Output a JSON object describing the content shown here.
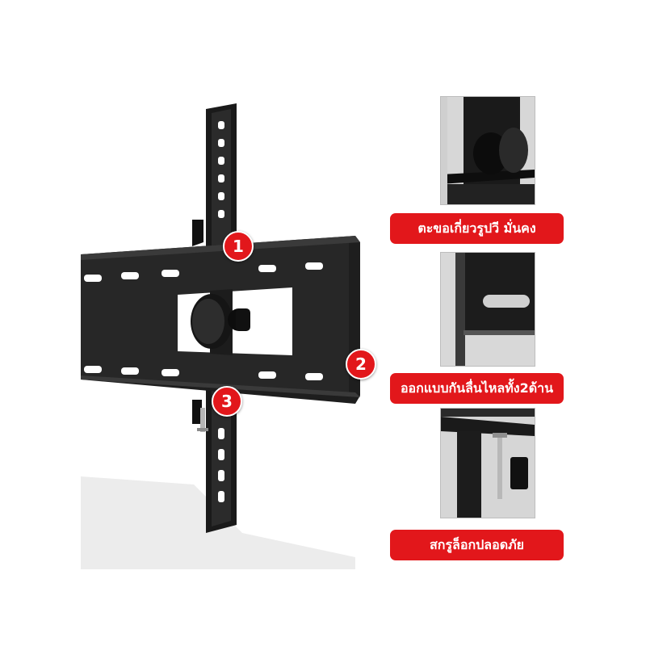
{
  "callouts": [
    {
      "number": "1",
      "color": "#e2171b"
    },
    {
      "number": "2",
      "color": "#e2171b"
    },
    {
      "number": "3",
      "color": "#e2171b"
    }
  ],
  "features": [
    {
      "label": "ตะขอเกี่ยวรูปวี มั่นคง",
      "icon": "v-hook-detail"
    },
    {
      "label": "ออกแบบกันลื่นไหลทั้ง2ด้าน",
      "icon": "anti-slip-detail"
    },
    {
      "label": "สกรูล็อกปลอดภัย",
      "icon": "safety-screw-detail"
    }
  ],
  "colors": {
    "accent": "#e2171b",
    "metal": "#1c1c1c",
    "background": "#ffffff"
  }
}
